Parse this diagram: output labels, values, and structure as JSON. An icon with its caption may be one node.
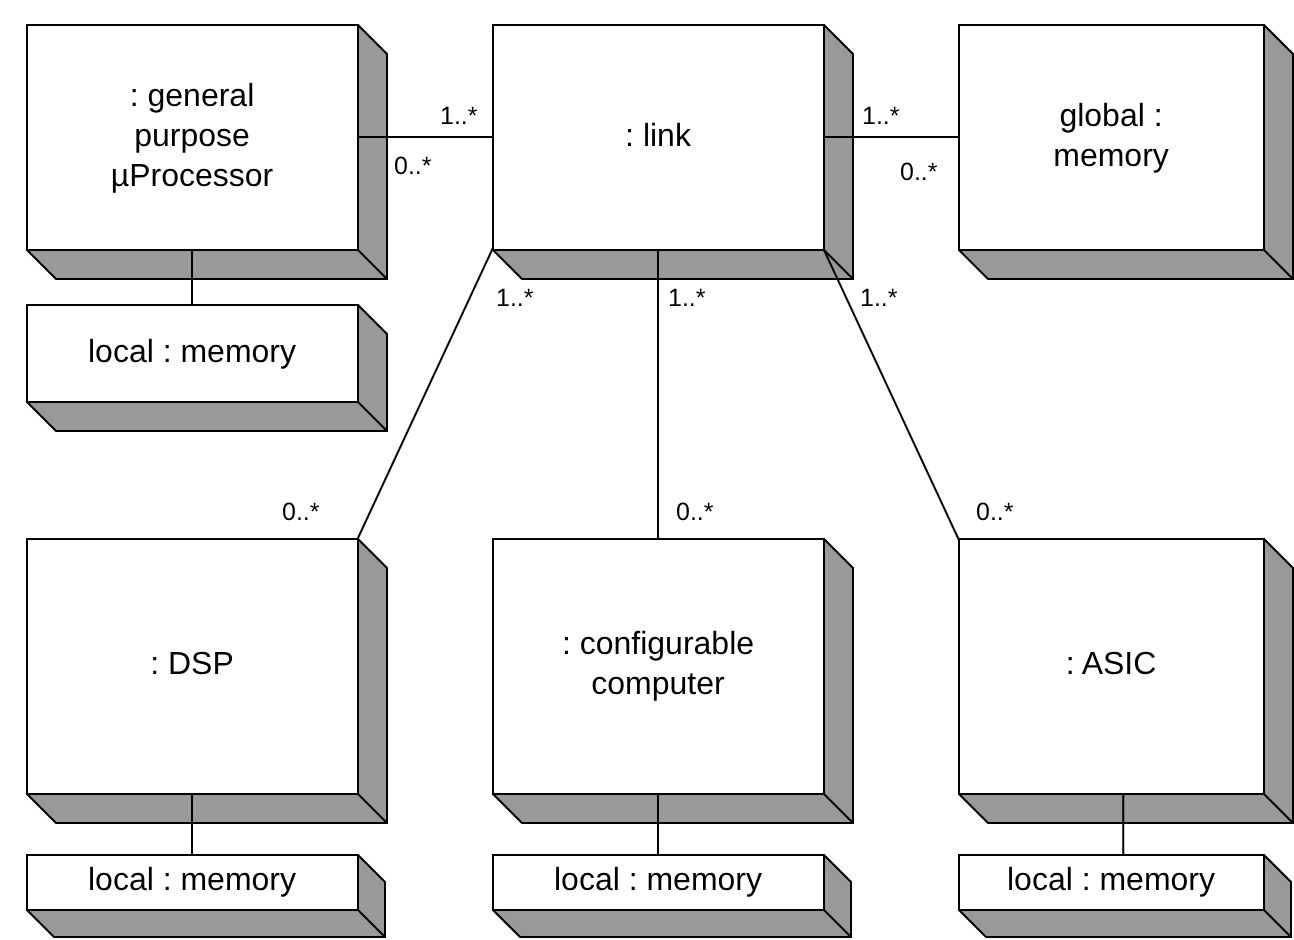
{
  "diagram": {
    "nodes": [
      {
        "text": [
          ": general purpose µProcessor"
        ]
      },
      {
        "text": [
          ": link"
        ]
      },
      {
        "text": [
          "global : memory"
        ]
      },
      {
        "text": [
          "local : memory"
        ]
      },
      {
        "text": [
          ": DSP"
        ]
      },
      {
        "text": [
          ": configurable computer"
        ]
      },
      {
        "text": [
          ": ASIC"
        ]
      },
      {
        "text": [
          "local : memory"
        ]
      },
      {
        "text": [
          "local : memory"
        ]
      },
      {
        "text": [
          "local : memory"
        ]
      }
    ],
    "edges": [
      {
        "from": 0,
        "to": 1,
        "arrow": "none"
      },
      {
        "from": 1,
        "to": 2,
        "arrow": "none"
      },
      {
        "from": 0,
        "to": 3,
        "arrow": "none"
      },
      {
        "from": 1,
        "to": 4,
        "arrow": "none"
      },
      {
        "from": 1,
        "to": 5,
        "arrow": "none"
      },
      {
        "from": 1,
        "to": 6,
        "arrow": "none"
      },
      {
        "from": 4,
        "to": 7,
        "arrow": "none"
      },
      {
        "from": 5,
        "to": 8,
        "arrow": "none"
      },
      {
        "from": 6,
        "to": 9,
        "arrow": "none"
      }
    ],
    "labels": [
      "1..*",
      "1..*",
      "0..*",
      "0..*",
      "1..*",
      "1..*",
      "1..*",
      "0..*",
      "0..*",
      "0..*"
    ]
  }
}
